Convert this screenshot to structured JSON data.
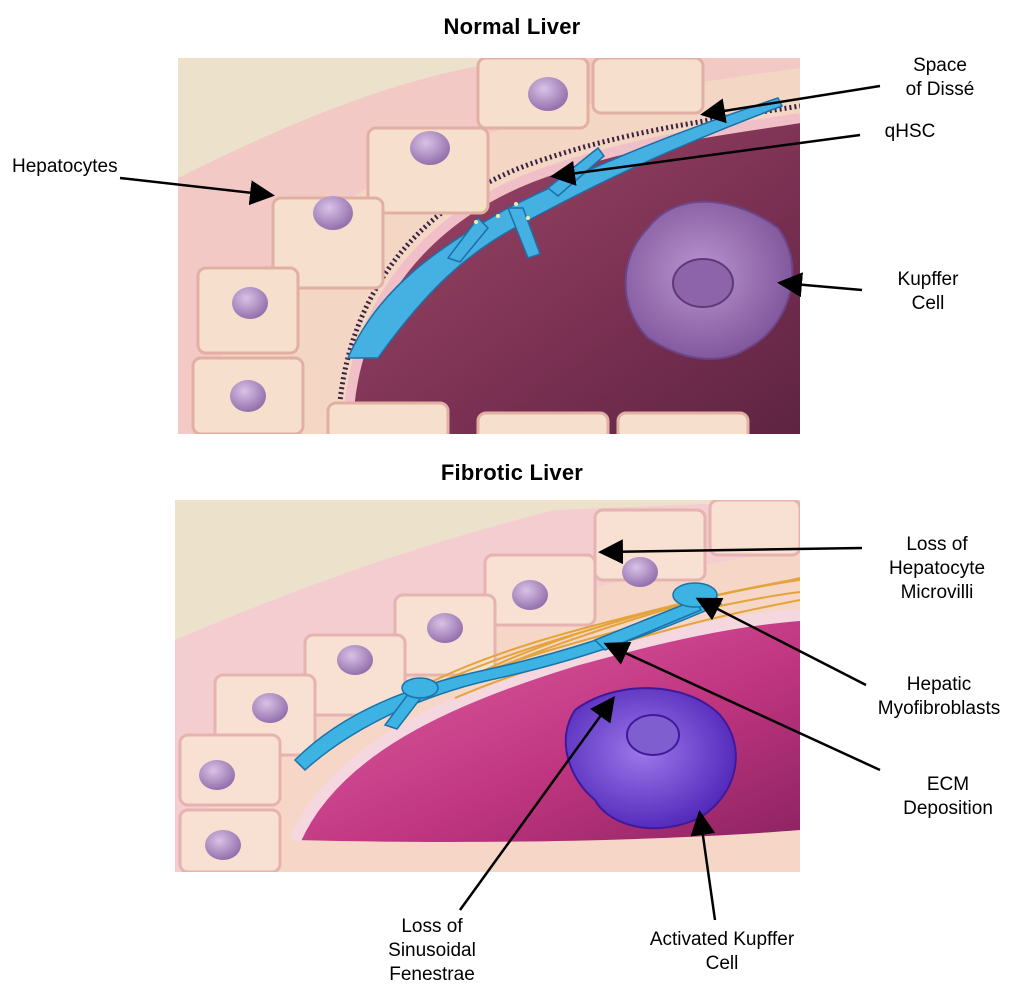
{
  "normal": {
    "title": "Normal Liver",
    "labels": {
      "hepatocytes": "Hepatocytes",
      "space_of_disse_line1": "Space",
      "space_of_disse_line2": "of Dissé",
      "qhsc": "qHSC",
      "kupffer_line1": "Kupffer",
      "kupffer_line2": "Cell"
    }
  },
  "fibrotic": {
    "title": "Fibrotic Liver",
    "labels": {
      "microvilli_line1": "Loss of",
      "microvilli_line2": "Hepatocyte",
      "microvilli_line3": "Microvilli",
      "myofibroblasts_line1": "Hepatic",
      "myofibroblasts_line2": "Myofibroblasts",
      "ecm_line1": "ECM",
      "ecm_line2": "Deposition",
      "fenestrae_line1": "Loss of",
      "fenestrae_line2": "Sinusoidal",
      "fenestrae_line3": "Fenestrae",
      "activated_kupffer_line1": "Activated Kupffer",
      "activated_kupffer_line2": "Cell"
    }
  },
  "colors": {
    "hepatocyte_fill": "#f3d9c4",
    "hepatocyte_border": "#e7b7a8",
    "nucleus": "#a684b9",
    "stellate_blue": "#3aa6dc",
    "kupffer_normal": "#9a6fb3",
    "kupffer_activated": "#6a3fd0",
    "sinusoid_normal": "#7a3a5a",
    "sinusoid_fibrotic": "#d0408a",
    "ecm_fibers": "#e0a030",
    "background_paper": "#e9dfc8"
  }
}
